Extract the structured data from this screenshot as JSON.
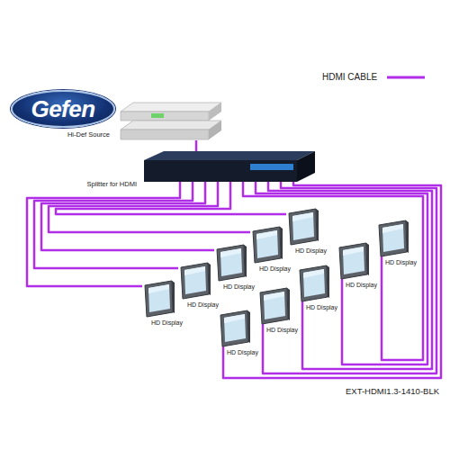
{
  "diagram": {
    "nodes": [
      {
        "text": [
          "Gefen"
        ]
      },
      {
        "text": [
          "Hi-Def Source"
        ]
      },
      {
        "text": [
          "Splitter for HDMI"
        ]
      },
      {
        "text": [
          "HD Display"
        ]
      },
      {
        "text": [
          "HD Display"
        ]
      },
      {
        "text": [
          "HD Display"
        ]
      },
      {
        "text": [
          "HD Display"
        ]
      },
      {
        "text": [
          "HD Display"
        ]
      },
      {
        "text": [
          "HD Display"
        ]
      },
      {
        "text": [
          "HD Display"
        ]
      },
      {
        "text": [
          "HD Display"
        ]
      },
      {
        "text": [
          "HD Display"
        ]
      },
      {
        "text": [
          "HD Display"
        ]
      }
    ],
    "edges": [
      {
        "from": 1,
        "to": 2,
        "arrow": "none"
      },
      {
        "from": 2,
        "to": 3,
        "arrow": "none"
      },
      {
        "from": 2,
        "to": 4,
        "arrow": "none"
      },
      {
        "from": 2,
        "to": 5,
        "arrow": "none"
      },
      {
        "from": 2,
        "to": 6,
        "arrow": "none"
      },
      {
        "from": 2,
        "to": 7,
        "arrow": "none"
      },
      {
        "from": 2,
        "to": 8,
        "arrow": "none"
      },
      {
        "from": 2,
        "to": 9,
        "arrow": "none"
      },
      {
        "from": 2,
        "to": 10,
        "arrow": "none"
      },
      {
        "from": 2,
        "to": 11,
        "arrow": "none"
      },
      {
        "from": 2,
        "to": 12,
        "arrow": "none"
      }
    ],
    "labels": [
      "EXT-HDMI1.3-1410-BLK"
    ],
    "legend": [
      {
        "text": "HDMI CABLE"
      }
    ]
  }
}
